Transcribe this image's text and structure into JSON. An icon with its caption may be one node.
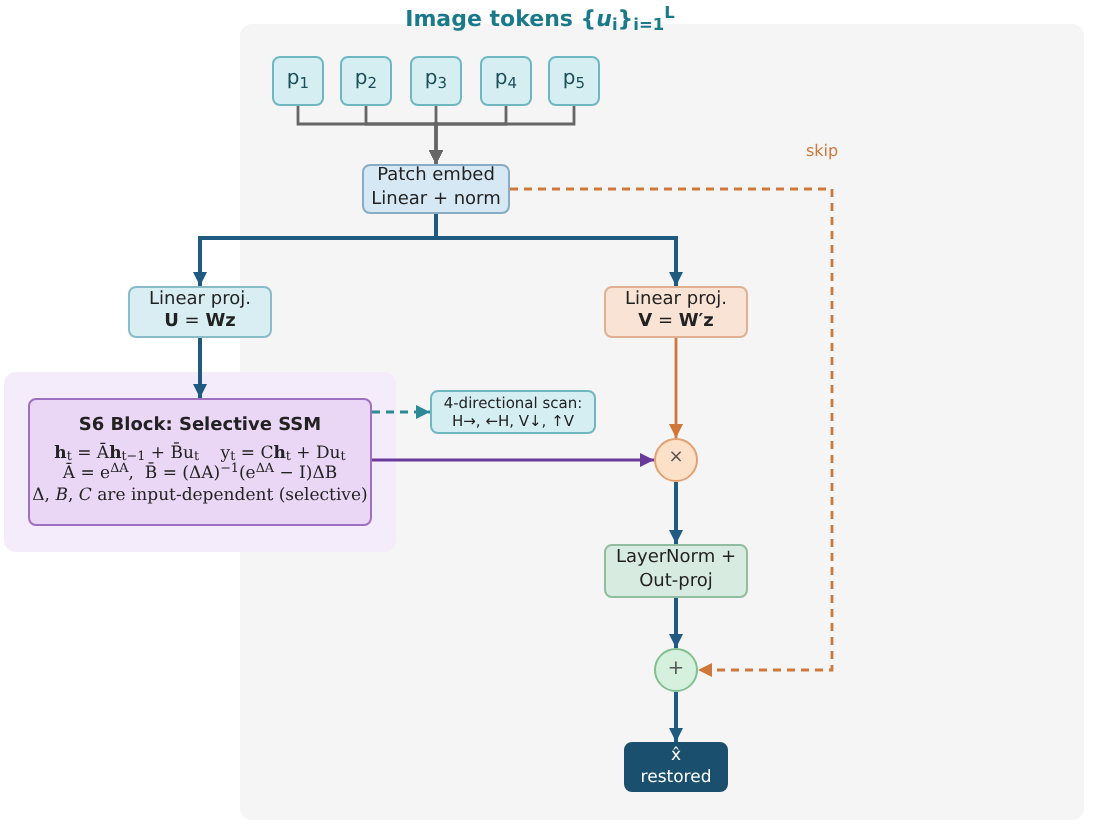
{
  "diagram": {
    "title": "Image tokens {*u*$_{i}$}$_{i=1}$$^{L}$",
    "nodes": [
      {
        "text": [
          "p$_{1}$"
        ]
      },
      {
        "text": [
          "p$_{2}$"
        ]
      },
      {
        "text": [
          "p$_{3}$"
        ]
      },
      {
        "text": [
          "p$_{4}$"
        ]
      },
      {
        "text": [
          "p$_{5}$"
        ]
      },
      {
        "text": [
          "Patch embed",
          "Linear + norm"
        ]
      },
      {
        "text": [
          "Linear proj.",
          "**U** = **Wz**"
        ]
      },
      {
        "text": [
          "Linear proj.",
          "**V** = **W′z**"
        ]
      },
      {
        "text": [
          "S6 Block: Selective SSM",
          "**h**$_{t}$ = Ā**h**$_{t−1}$ + B̄u$_{t}$    y$_{t}$ = C**h**$_{t}$ + Du$_{t}$",
          "Ā = e$^{ΔA}$,  B̄ = (ΔA)$^{−1}$(e$^{ΔA}$ − I)ΔB",
          "Δ, *B*, *C* are input-dependent (selective)"
        ]
      },
      {
        "text": [
          "4-directional scan: H→, ←H, V↓, ↑V"
        ]
      },
      {
        "text": [
          "×"
        ]
      },
      {
        "text": [
          "LayerNorm + Out-proj"
        ]
      },
      {
        "text": [
          "+"
        ]
      },
      {
        "text": [
          "x̂",
          "restored"
        ]
      }
    ],
    "edges": [
      {
        "from": 0,
        "to": 5,
        "arrow": "to",
        "color": "#666666"
      },
      {
        "from": 1,
        "to": 5,
        "arrow": "to",
        "color": "#666666"
      },
      {
        "from": 2,
        "to": 5,
        "arrow": "to",
        "color": "#666666"
      },
      {
        "from": 3,
        "to": 5,
        "arrow": "to",
        "color": "#666666"
      },
      {
        "from": 4,
        "to": 5,
        "arrow": "to",
        "color": "#666666"
      },
      {
        "from": 5,
        "to": 6,
        "arrow": "to"
      },
      {
        "from": 5,
        "to": 7,
        "arrow": "to"
      },
      {
        "from": 6,
        "to": 8,
        "arrow": "to"
      },
      {
        "from": 8,
        "to": 9,
        "arrow": "to",
        "style": "dashed",
        "color": "#2a8a96"
      },
      {
        "from": 8,
        "to": 10,
        "arrow": "to",
        "color": "#6a3a9a"
      },
      {
        "from": 7,
        "to": 10,
        "arrow": "to",
        "color": "#d0783a"
      },
      {
        "from": 10,
        "to": 11,
        "arrow": "to"
      },
      {
        "from": 11,
        "to": 12,
        "arrow": "to"
      },
      {
        "from": 12,
        "to": 13,
        "arrow": "to"
      },
      {
        "from": 5,
        "to": 12,
        "arrow": "to",
        "label": "skip",
        "style": "dashed",
        "color": "#d0783a"
      }
    ]
  }
}
